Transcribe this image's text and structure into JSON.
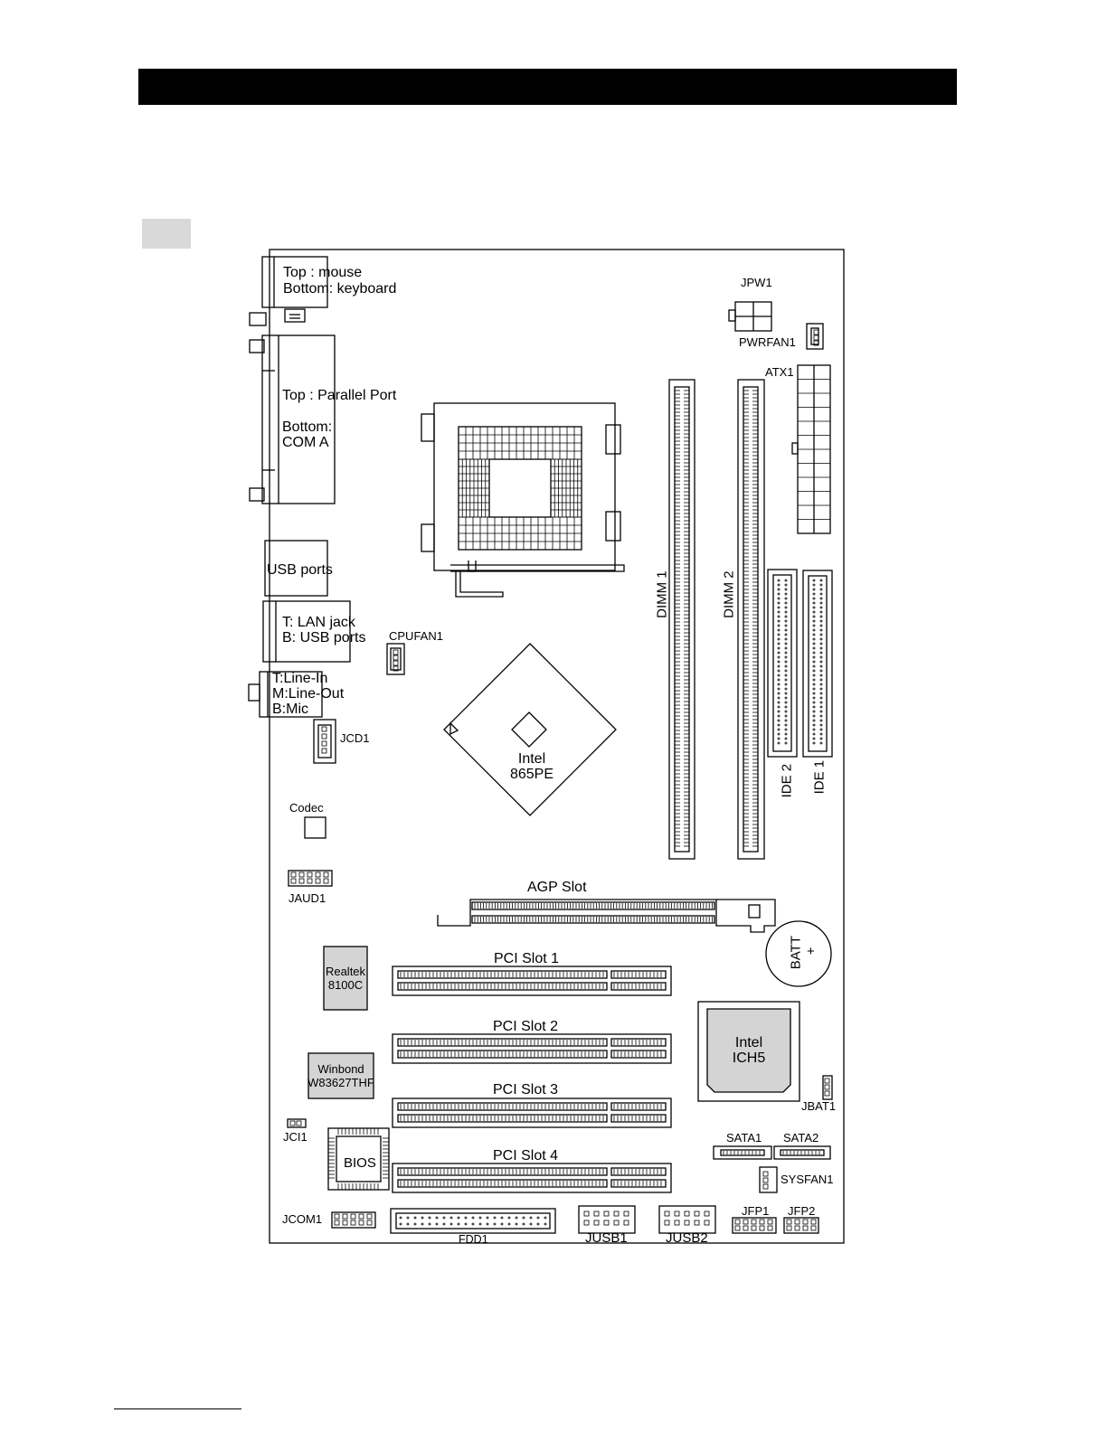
{
  "diagram": {
    "io": {
      "ps2": {
        "top": "Top : mouse",
        "bottom": "Bottom: keyboard"
      },
      "parallel": {
        "top": "Top : Parallel Port",
        "bottom1": "Bottom:",
        "bottom2": "COM A"
      },
      "usb": "USB ports",
      "lan": {
        "top": "T:  LAN jack",
        "bottom": "B: USB ports"
      },
      "audio": {
        "top": "T:Line-In",
        "middle": "M:Line-Out",
        "bottom": "B:Mic"
      }
    },
    "labels": {
      "jpw1": "JPW1",
      "pwrfan1": "PWRFAN1",
      "atx1": "ATX1",
      "cpufan1": "CPUFAN1",
      "jcd1": "JCD1",
      "codec": "Codec",
      "jaud1": "JAUD1",
      "dimm1": "DIMM 1",
      "dimm2": "DIMM 2",
      "ide2": "IDE 2",
      "ide1": "IDE 1",
      "north_bridge": {
        "line1": "Intel",
        "line2": "865PE"
      },
      "agp": "AGP Slot",
      "batt": "BATT",
      "batt_plus": "+",
      "realtek": {
        "line1": "Realtek",
        "line2": "8100C"
      },
      "winbond": {
        "line1": "Winbond",
        "line2": "W83627THF"
      },
      "pci1": "PCI Slot 1",
      "pci2": "PCI Slot 2",
      "pci3": "PCI Slot 3",
      "pci4": "PCI Slot 4",
      "ich5": {
        "line1": "Intel",
        "line2": "ICH5"
      },
      "jbat1": "JBAT1",
      "jci1": "JCI1",
      "bios": "BIOS",
      "sata1": "SATA1",
      "sata2": "SATA2",
      "sysfan1": "SYSFAN1",
      "jcom1": "JCOM1",
      "fdd1": "FDD1",
      "jusb1": "JUSB1",
      "jusb2": "JUSB2",
      "jfp1": "JFP1",
      "jfp2": "JFP2"
    },
    "colors": {
      "chip_fill": "#d4d4d4",
      "line": "#000000"
    }
  }
}
